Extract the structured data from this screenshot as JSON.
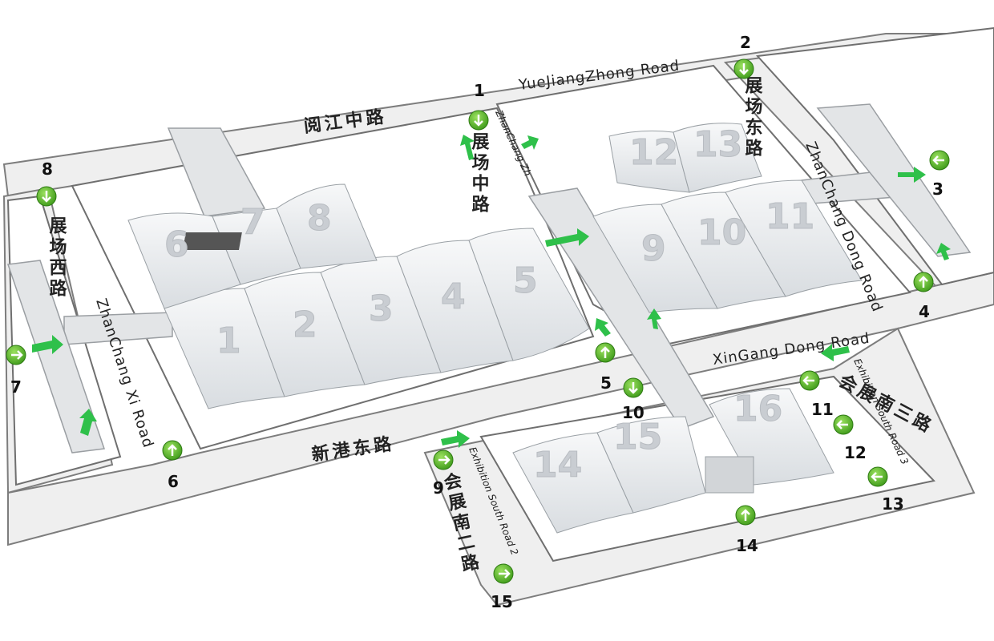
{
  "roads": {
    "north_en": "YueJiangZhong Road",
    "north_cn": "阅江中路",
    "east_en": "ZhanChang Dong Road",
    "east_cn": "展场东路",
    "middle_en": "ZhanChang Zh",
    "middle_cn": "展场中路",
    "west_en": "ZhanChang Xi Road",
    "west_cn": "展场西路",
    "south_en": "XinGang Dong Road",
    "south_cn": "新港东路",
    "exh_s2_en": "Exhibition South Road 2",
    "exh_s2_cn": "会展南二路",
    "exh_s3_en": "Exhibition South Road 3",
    "exh_s3_cn": "会展南三路"
  },
  "halls": [
    "1",
    "2",
    "3",
    "4",
    "5",
    "6",
    "7",
    "8",
    "9",
    "10",
    "11",
    "12",
    "13",
    "14",
    "15",
    "16"
  ],
  "gates": [
    "1",
    "2",
    "3",
    "4",
    "5",
    "6",
    "7",
    "8",
    "9",
    "10",
    "11",
    "12",
    "13",
    "14",
    "15"
  ],
  "colors": {
    "road": "#efefef",
    "road_edge": "#7d7d7d",
    "hall": "#eceef0",
    "gate_green": "#57b52a",
    "arrow_green": "#2fc04a"
  },
  "icons": {
    "gate_marker": "green-circle-arrow-icon",
    "direction": "green-arrow-icon"
  }
}
